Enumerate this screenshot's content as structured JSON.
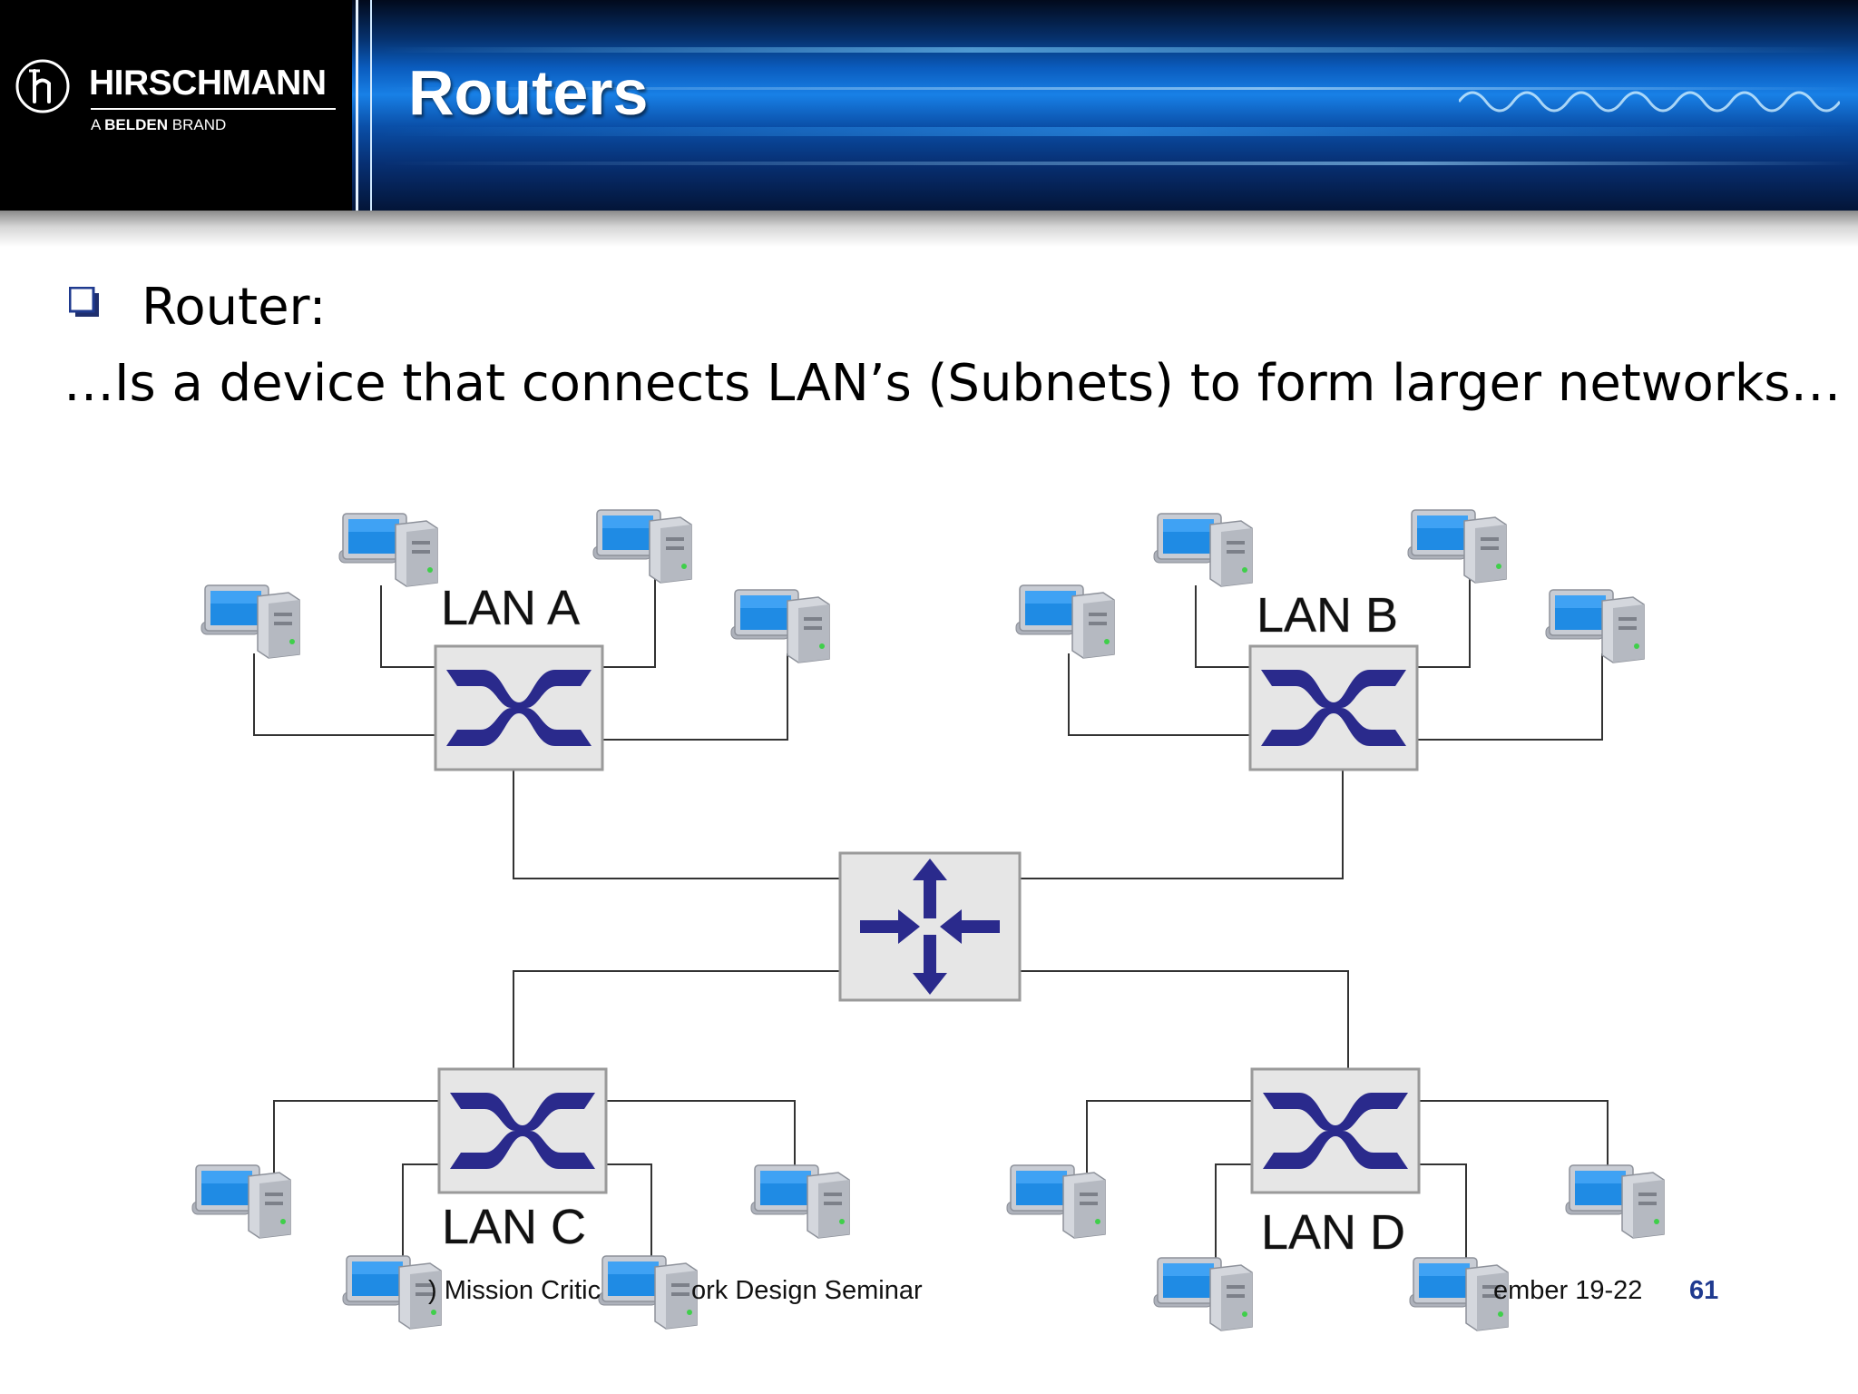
{
  "header": {
    "brand": "HIRSCHMANN",
    "sub_brand_prefix": "A ",
    "sub_brand_bold": "BELDEN",
    "sub_brand_suffix": " BRAND",
    "title": "Routers"
  },
  "content": {
    "bullet": "Router:",
    "description": "…Is a device that connects LAN’s (Subnets) to form larger networks…"
  },
  "diagram": {
    "lans": [
      {
        "label": "LAN A"
      },
      {
        "label": "LAN B"
      },
      {
        "label": "LAN C"
      },
      {
        "label": "LAN D"
      }
    ]
  },
  "footer": {
    "left_fragment_1": ") Mission Critic",
    "left_fragment_2": "ork Design Seminar",
    "right_fragment": "ember 19-22",
    "page_number": "61"
  },
  "colors": {
    "switch_icon": "#2a2a8c",
    "box_fill": "#e6e6e6",
    "page_number": "#1f3a8f"
  },
  "icons": [
    "hirschmann-logo-icon",
    "checkbox-bullet-icon",
    "switch-icon",
    "router-icon",
    "computer-icon"
  ]
}
